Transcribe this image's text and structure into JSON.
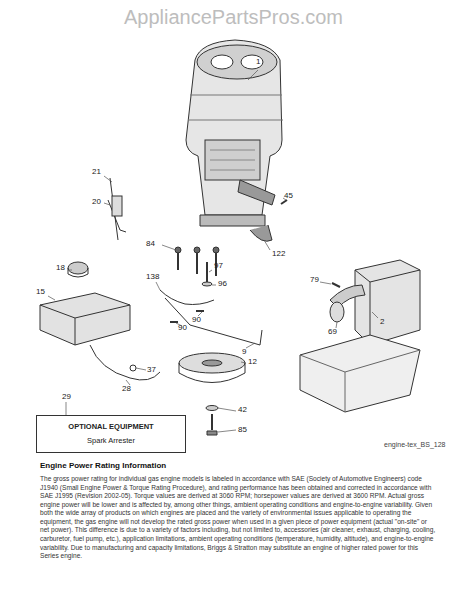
{
  "diagram": {
    "nodes": [
      {
        "text": [
          "OPTIONAL EQUIPMENT",
          "Spark Arrester"
        ]
      }
    ],
    "labels": [
      "AppliancePartsPros.com",
      "1",
      "21",
      "20",
      "45",
      "84",
      "122",
      "79",
      "97",
      "18",
      "96",
      "15",
      "138",
      "90",
      "90",
      "69",
      "2",
      "9",
      "37",
      "28",
      "12",
      "29",
      "42",
      "85",
      "engine-tex_BS_128",
      "Engine Power Rating Information",
      "The gross power rating for individual gas engine models is labeled in accordance with SAE (Society of Automotive Engineers) code J1940 (Small Engine Power & Torque Rating Procedure), and rating performance has been obtained and corrected in accordance with SAE J1995 (Revision 2002-05). Torque values are derived at 3060 RPM; horsepower values are derived at 3600 RPM. Actual gross engine power will be lower and is affected by, among other things, ambient operating conditions and engine-to-engine variability. Given both the wide array of products on which engines are placed and the variety of environmental issues applicable to operating the equipment, the gas engine will not develop the rated gross power when used in a given piece of power equipment (actual \"on-site\" or net power). This difference is due to a variety of factors including, but not limited to, accessories (air cleaner, exhaust, charging, cooling, carburetor, fuel pump, etc.), application limitations, ambient operating conditions (temperature, humidity, altitude), and engine-to-engine variability. Due to manufacturing and capacity limitations, Briggs & Stratton may substitute an engine of higher rated power for this Series engine."
    ]
  }
}
